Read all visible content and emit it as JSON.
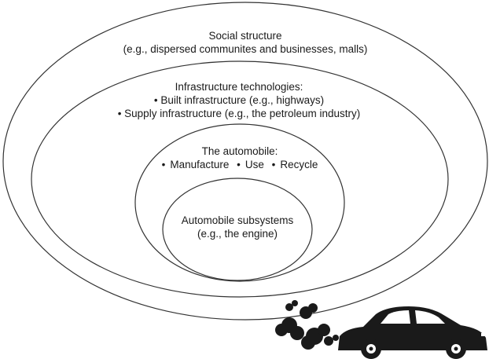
{
  "rings": [
    {
      "id": "social",
      "title": "Social structure",
      "lines": [
        "(e.g., dispersed communites and businesses, malls)"
      ]
    },
    {
      "id": "infrastructure",
      "title": "Infrastructure technologies:",
      "lines": [
        "• Built infrastructure (e.g., highways)",
        "• Supply infrastructure (e.g., the petroleum industry)"
      ]
    },
    {
      "id": "automobile",
      "title": "The automobile:",
      "items": [
        "Manufacture",
        "Use",
        "Recycle"
      ]
    },
    {
      "id": "subsystems",
      "title": "Automobile subsystems",
      "lines": [
        "(e.g., the engine)"
      ]
    }
  ],
  "car_icon": "car-with-exhaust-icon"
}
